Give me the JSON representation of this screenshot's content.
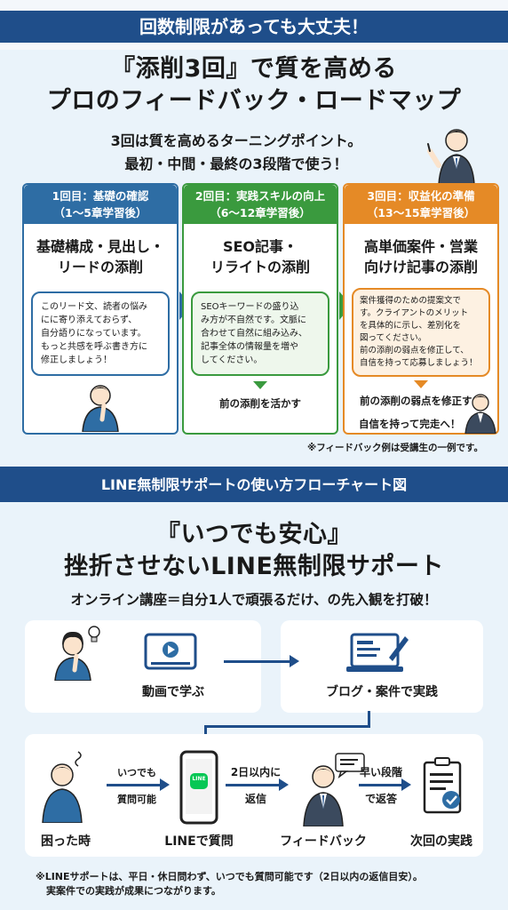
{
  "top_banner": "回数制限があっても大丈夫！",
  "headline": {
    "line1": "『添削3回』で質を高める",
    "line2": "プロのフィードバック・ロードマップ"
  },
  "subheadline": {
    "line1": "3回は質を高めるターニングポイント。",
    "line2": "最初・中間・最終の3段階で使う！"
  },
  "steps": [
    {
      "header1": "1回目：基礎の確認",
      "header2": "（1〜5章学習後）",
      "title1": "基礎構成・見出し・",
      "title2": "リードの添削",
      "feedback": [
        "このリード文、読者の悩み",
        "にに寄り添えておらず、",
        "自分語りになっています。",
        "もっと共感を呼ぶ書き方に",
        "修正しましょう！"
      ],
      "note": ""
    },
    {
      "header1": "2回目：実践スキルの向上",
      "header2": "（6〜12章学習後）",
      "title1": "SEO記事・",
      "title2": "リライトの添削",
      "feedback": [
        "SEOキーワードの盛り込",
        "み方が不自然です。文脈に",
        "合わせて自然に組み込み、",
        "記事全体の情報量を増や",
        "してください。"
      ],
      "note": "前の添削を活かす"
    },
    {
      "header1": "3回目：収益化の準備",
      "header2": "（13〜15章学習後）",
      "title1": "高単価案件・営業",
      "title2": "向けけ記事の添削",
      "feedback": [
        "案件獲得のための提案文で",
        "す。クライアントのメリット",
        "を具体的に示し、差別化を",
        "図ってください。",
        "前の添削の弱点を修正して、",
        "自信を持って応募しましょう！"
      ],
      "note": "前の添削の弱点を修正する",
      "note2": "自信を持って完走へ！"
    }
  ],
  "disclaimer": "※フィードバック例は受講生の一例です。",
  "section2_banner": "LINE無制限サポートの使い方フローチャート図",
  "headline2": {
    "line1": "『いつでも安心』",
    "line2": "挫折させないLINE無制限サポート"
  },
  "tagline2": "オンライン講座＝自分1人で頑張るだけ、の先入観を打破！",
  "flow": {
    "video": "動画で学ぶ",
    "blog": "ブログ・案件で実践",
    "trouble": "困った時",
    "anytime1": "いつでも",
    "anytime2": "質問可能",
    "line_app": "LINE",
    "line_question": "LINEで質問",
    "within1": "2日以内に",
    "within2": "返信",
    "feedback": "フィードバック",
    "early1": "早い段階",
    "early2": "で返答",
    "next": "次回の実践"
  },
  "footnote": {
    "line1": "※LINEサポートは、平日・休日問わず、いつでも質問可能です（2日以内の返信目安）。",
    "line2": "実案件での実践が成果につながります。"
  },
  "colors": {
    "navy": "#1f4e8a",
    "blue": "#2e6da4",
    "green": "#3a9a3e",
    "orange": "#e58a26",
    "line_green": "#06c755"
  },
  "icons": [
    "person-thinking-icon",
    "businessman-pointing-icon",
    "lightbulb-icon",
    "video-player-icon",
    "laptop-writing-icon",
    "smartphone-icon",
    "speech-bubble-icon",
    "clipboard-check-icon"
  ]
}
